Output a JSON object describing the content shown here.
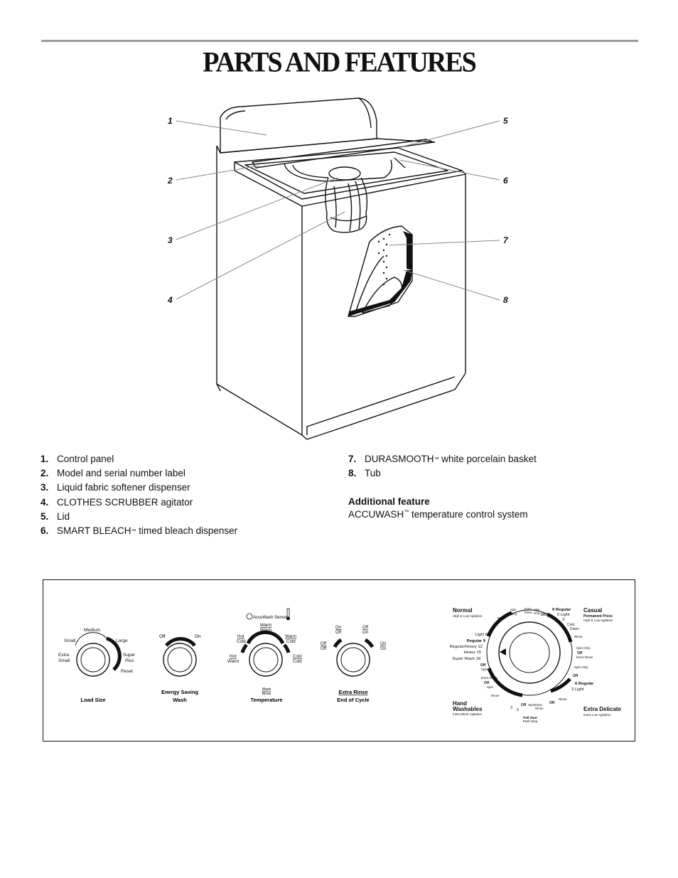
{
  "page": {
    "title": "PARTS AND FEATURES"
  },
  "callouts": [
    "1",
    "2",
    "3",
    "4",
    "5",
    "6",
    "7",
    "8"
  ],
  "parts_left": [
    {
      "num": "1.",
      "text": "Control panel"
    },
    {
      "num": "2.",
      "text": "Model and serial number label"
    },
    {
      "num": "3.",
      "text": "Liquid fabric softener dispenser"
    },
    {
      "num": "4.",
      "text": "CLOTHES SCRUBBER agitator"
    },
    {
      "num": "5.",
      "text": "Lid"
    },
    {
      "num": "6.",
      "text": "SMART BLEACH",
      "tm": "™",
      "rest": " timed bleach dispenser"
    }
  ],
  "parts_right": [
    {
      "num": "7.",
      "text": "DURASMOOTH",
      "tm": "™",
      "rest": " white porcelain basket"
    },
    {
      "num": "8.",
      "text": "Tub"
    }
  ],
  "additional": {
    "heading": "Additional feature",
    "text": "ACCUWASH",
    "tm": "™",
    "rest": " temperature control system"
  },
  "panel": {
    "load_size": {
      "title": "Load Size",
      "labels": [
        "Medium",
        "Small",
        "Large",
        "Extra",
        "Small",
        "Super",
        "Plus",
        "Reset"
      ]
    },
    "energy": {
      "title1": "Energy Saving",
      "title2": "Wash",
      "off": "Off",
      "on": "On"
    },
    "temperature": {
      "sensor": "AccuWash Sensor",
      "top1": "Warm",
      "top2": "Warm",
      "hot1": "Hot",
      "hot2": "Cold",
      "warm1": "Warm",
      "warm2": "Cold",
      "hot3": "Hot",
      "hot4": "Warm",
      "cold1": "Cold",
      "cold2": "Cold",
      "wash": "Wash",
      "rinse": "Rinse",
      "title": "Temperature"
    },
    "extra_rinse": {
      "title1": "Extra Rinse",
      "title2": "End of Cycle",
      "on": "On",
      "off": "Off"
    },
    "cycle": {
      "normal": "Normal",
      "normal_sub": "High & Low Agitation",
      "casual": "Casual",
      "casual_sub1": "Permanent Press",
      "casual_sub2": "High & Low Agitation",
      "hand": "Hand",
      "hand2": "Washables",
      "hand_sub": "Intermittent Agitation",
      "delicate": "Extra Delicate",
      "delicate_sub": "Extra Low Agitation",
      "left_labels": [
        "Light  6",
        "Regular  9",
        "Regular/Heavy  12",
        "Heavy  15",
        "Super Wash  18"
      ],
      "casual_labels": [
        "9  Regular",
        "6  Light",
        "3"
      ],
      "cool": "Cool",
      "down": "Down",
      "right_labels": [
        "Rinse",
        "Spin Only",
        "Off",
        "Extra Rinse",
        "Spin Only",
        "Off",
        "6  Regular",
        "3  Light"
      ],
      "bottom_labels": [
        "Rinse",
        "Spin",
        "Off",
        "3",
        "6",
        "Off",
        "Spin",
        "Extra",
        "Rinse"
      ],
      "leftside_labels": [
        "Off",
        "Spin",
        "Extra Rinse",
        "Off",
        "Spin",
        "Rinse"
      ],
      "top_labels": [
        "Spin",
        "Only",
        "Extra",
        "Rinse",
        "Spin",
        "Only",
        "Off",
        "Rinse"
      ],
      "pull": "Pull Start",
      "push": "Push Stop"
    }
  }
}
